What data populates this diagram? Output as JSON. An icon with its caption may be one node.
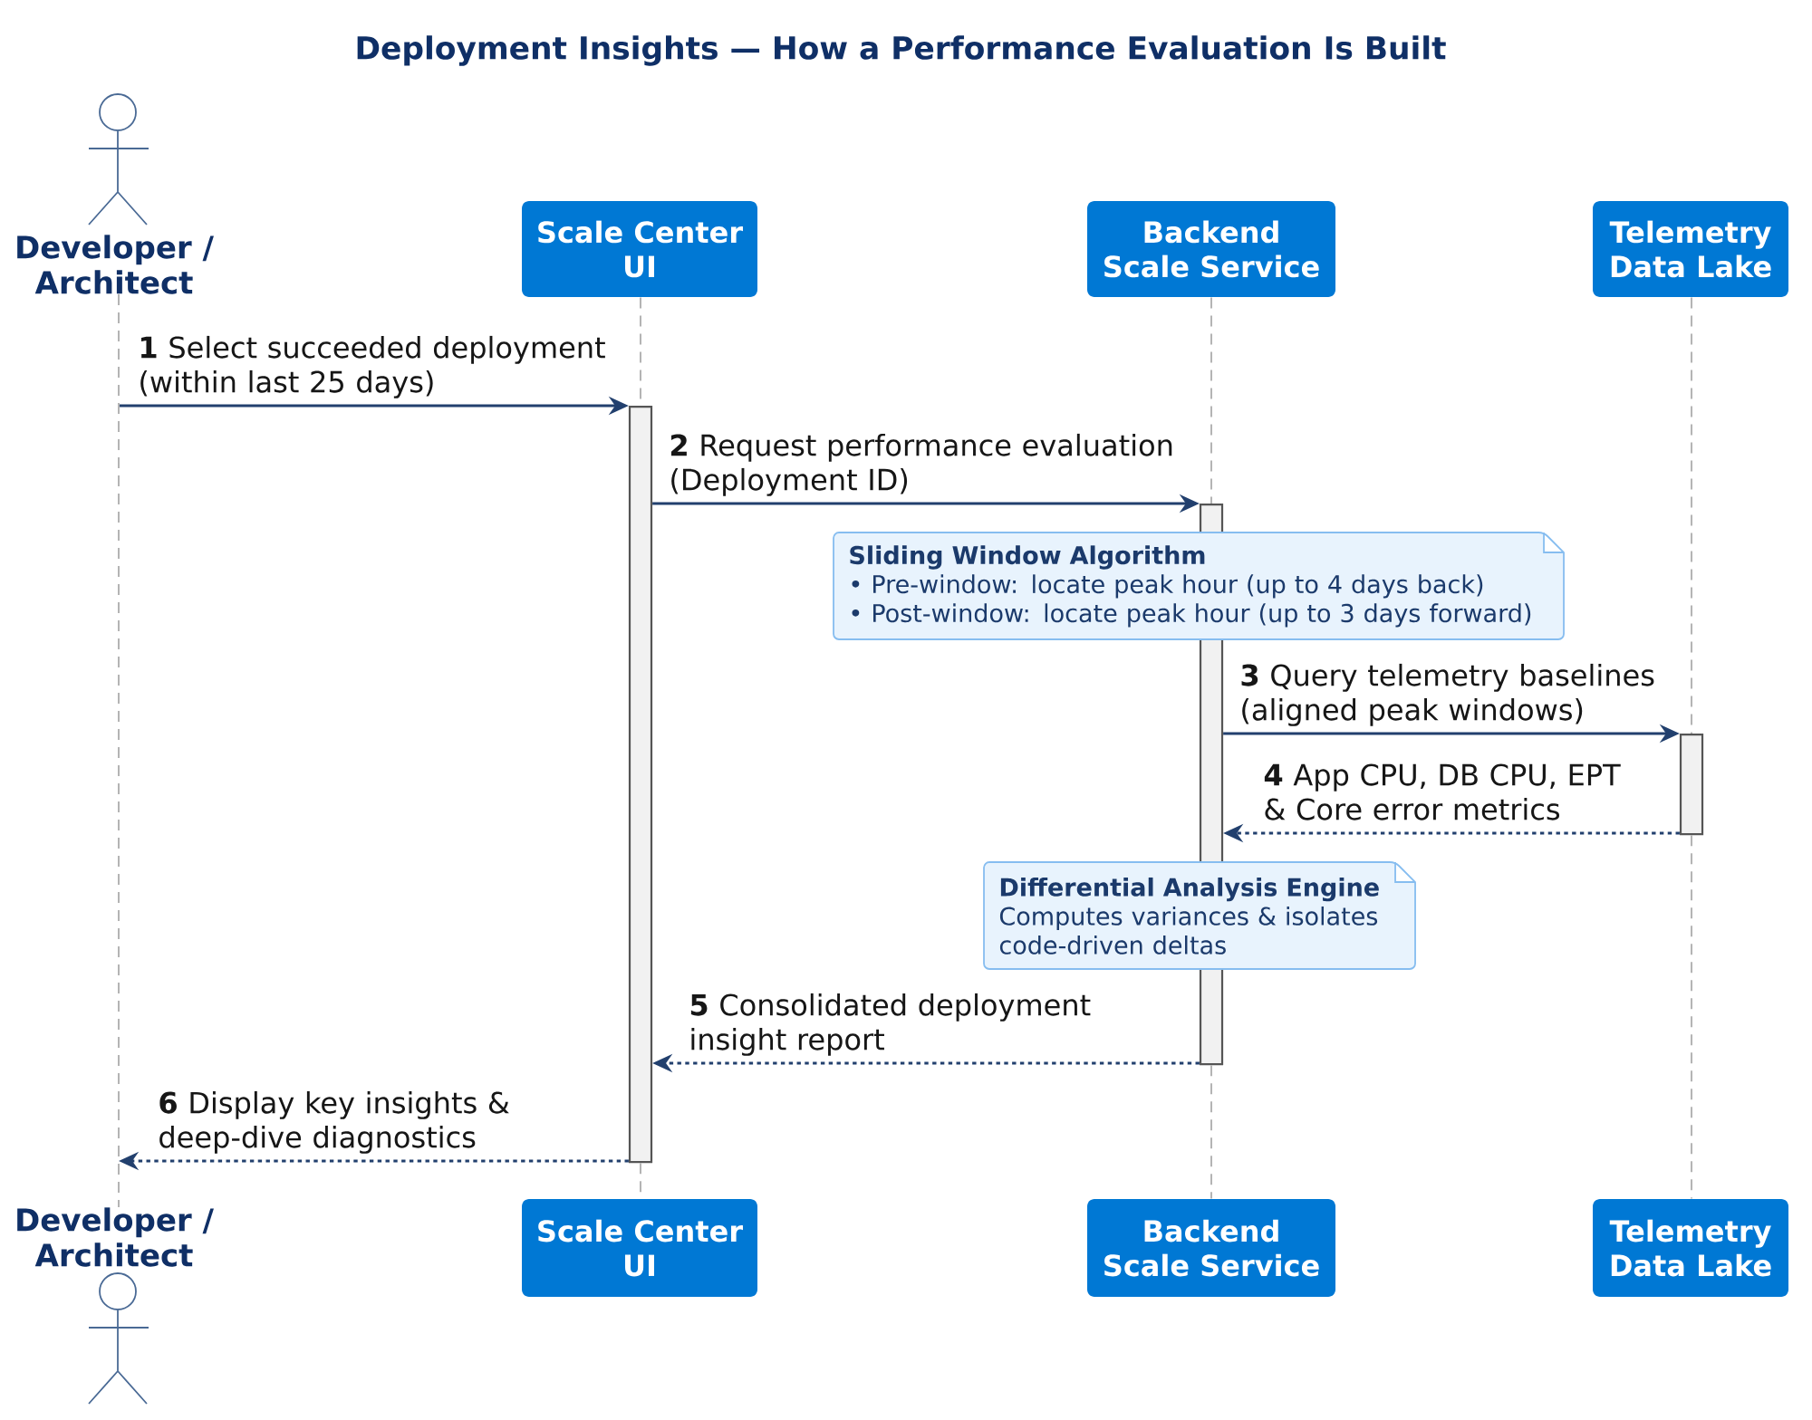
{
  "diagram": {
    "title": "Deployment Insights — How a Performance Evaluation Is Built",
    "nodes": [
      {
        "text": [
          "Developer / Architect"
        ]
      },
      {
        "text": [
          "Scale Center UI"
        ]
      },
      {
        "text": [
          "Backend Scale Service"
        ]
      },
      {
        "text": [
          "Telemetry Data Lake"
        ]
      },
      {
        "text": [],
        "shape": "bar"
      },
      {
        "text": [],
        "shape": "bar"
      },
      {
        "text": [],
        "shape": "bar"
      },
      {
        "text": [
          "Sliding Window Algorithm",
          "• Pre-window: locate peak hour (up to 4 days back)",
          "• Post-window: locate peak hour (up to 3 days forward)"
        ]
      },
      {
        "text": [
          "Differential Analysis Engine",
          "Computes variances & isolates code-driven deltas"
        ]
      },
      {
        "text": [
          "Developer / Architect"
        ]
      },
      {
        "text": [
          "Scale Center UI"
        ]
      },
      {
        "text": [
          "Backend Scale Service"
        ]
      },
      {
        "text": [
          "Telemetry Data Lake"
        ]
      }
    ],
    "edges": [
      {
        "from": null,
        "to": 4,
        "arrow": "to",
        "color": "#22406e",
        "label": "**1** Select succeeded deployment (within last 25 days)"
      },
      {
        "from": 4,
        "to": 5,
        "arrow": "to",
        "color": "#22406e",
        "label": "**2** Request performance evaluation (Deployment ID)"
      },
      {
        "from": 5,
        "to": 6,
        "arrow": "to",
        "color": "#22406e",
        "label": "**3** Query telemetry baselines (aligned peak windows)"
      },
      {
        "from": 6,
        "to": 5,
        "arrow": "to",
        "style": "dashed",
        "color": "#22406e",
        "label": "**4** App CPU, DB CPU, EPT & Core error metrics"
      },
      {
        "from": 5,
        "to": 4,
        "arrow": "to",
        "style": "dashed",
        "color": "#22406e",
        "label": "**5** Consolidated deployment insight report"
      },
      {
        "from": 4,
        "to": null,
        "arrow": "to",
        "style": "dashed",
        "color": "#22406e",
        "label": "**6** Display key insights & deep-dive diagnostics"
      },
      {
        "from": 0,
        "to": 9,
        "arrow": "none",
        "style": "dashed"
      },
      {
        "from": 1,
        "to": 4,
        "arrow": "none",
        "style": "dashed"
      },
      {
        "from": 4,
        "to": 10,
        "arrow": "none",
        "style": "dashed"
      },
      {
        "from": 2,
        "to": 5,
        "arrow": "none",
        "style": "dashed"
      },
      {
        "from": 5,
        "to": 11,
        "arrow": "none",
        "style": "dashed"
      },
      {
        "from": 3,
        "to": 6,
        "arrow": "none",
        "style": "dashed"
      },
      {
        "from": 6,
        "to": 12,
        "arrow": "none",
        "style": "dashed"
      }
    ]
  }
}
